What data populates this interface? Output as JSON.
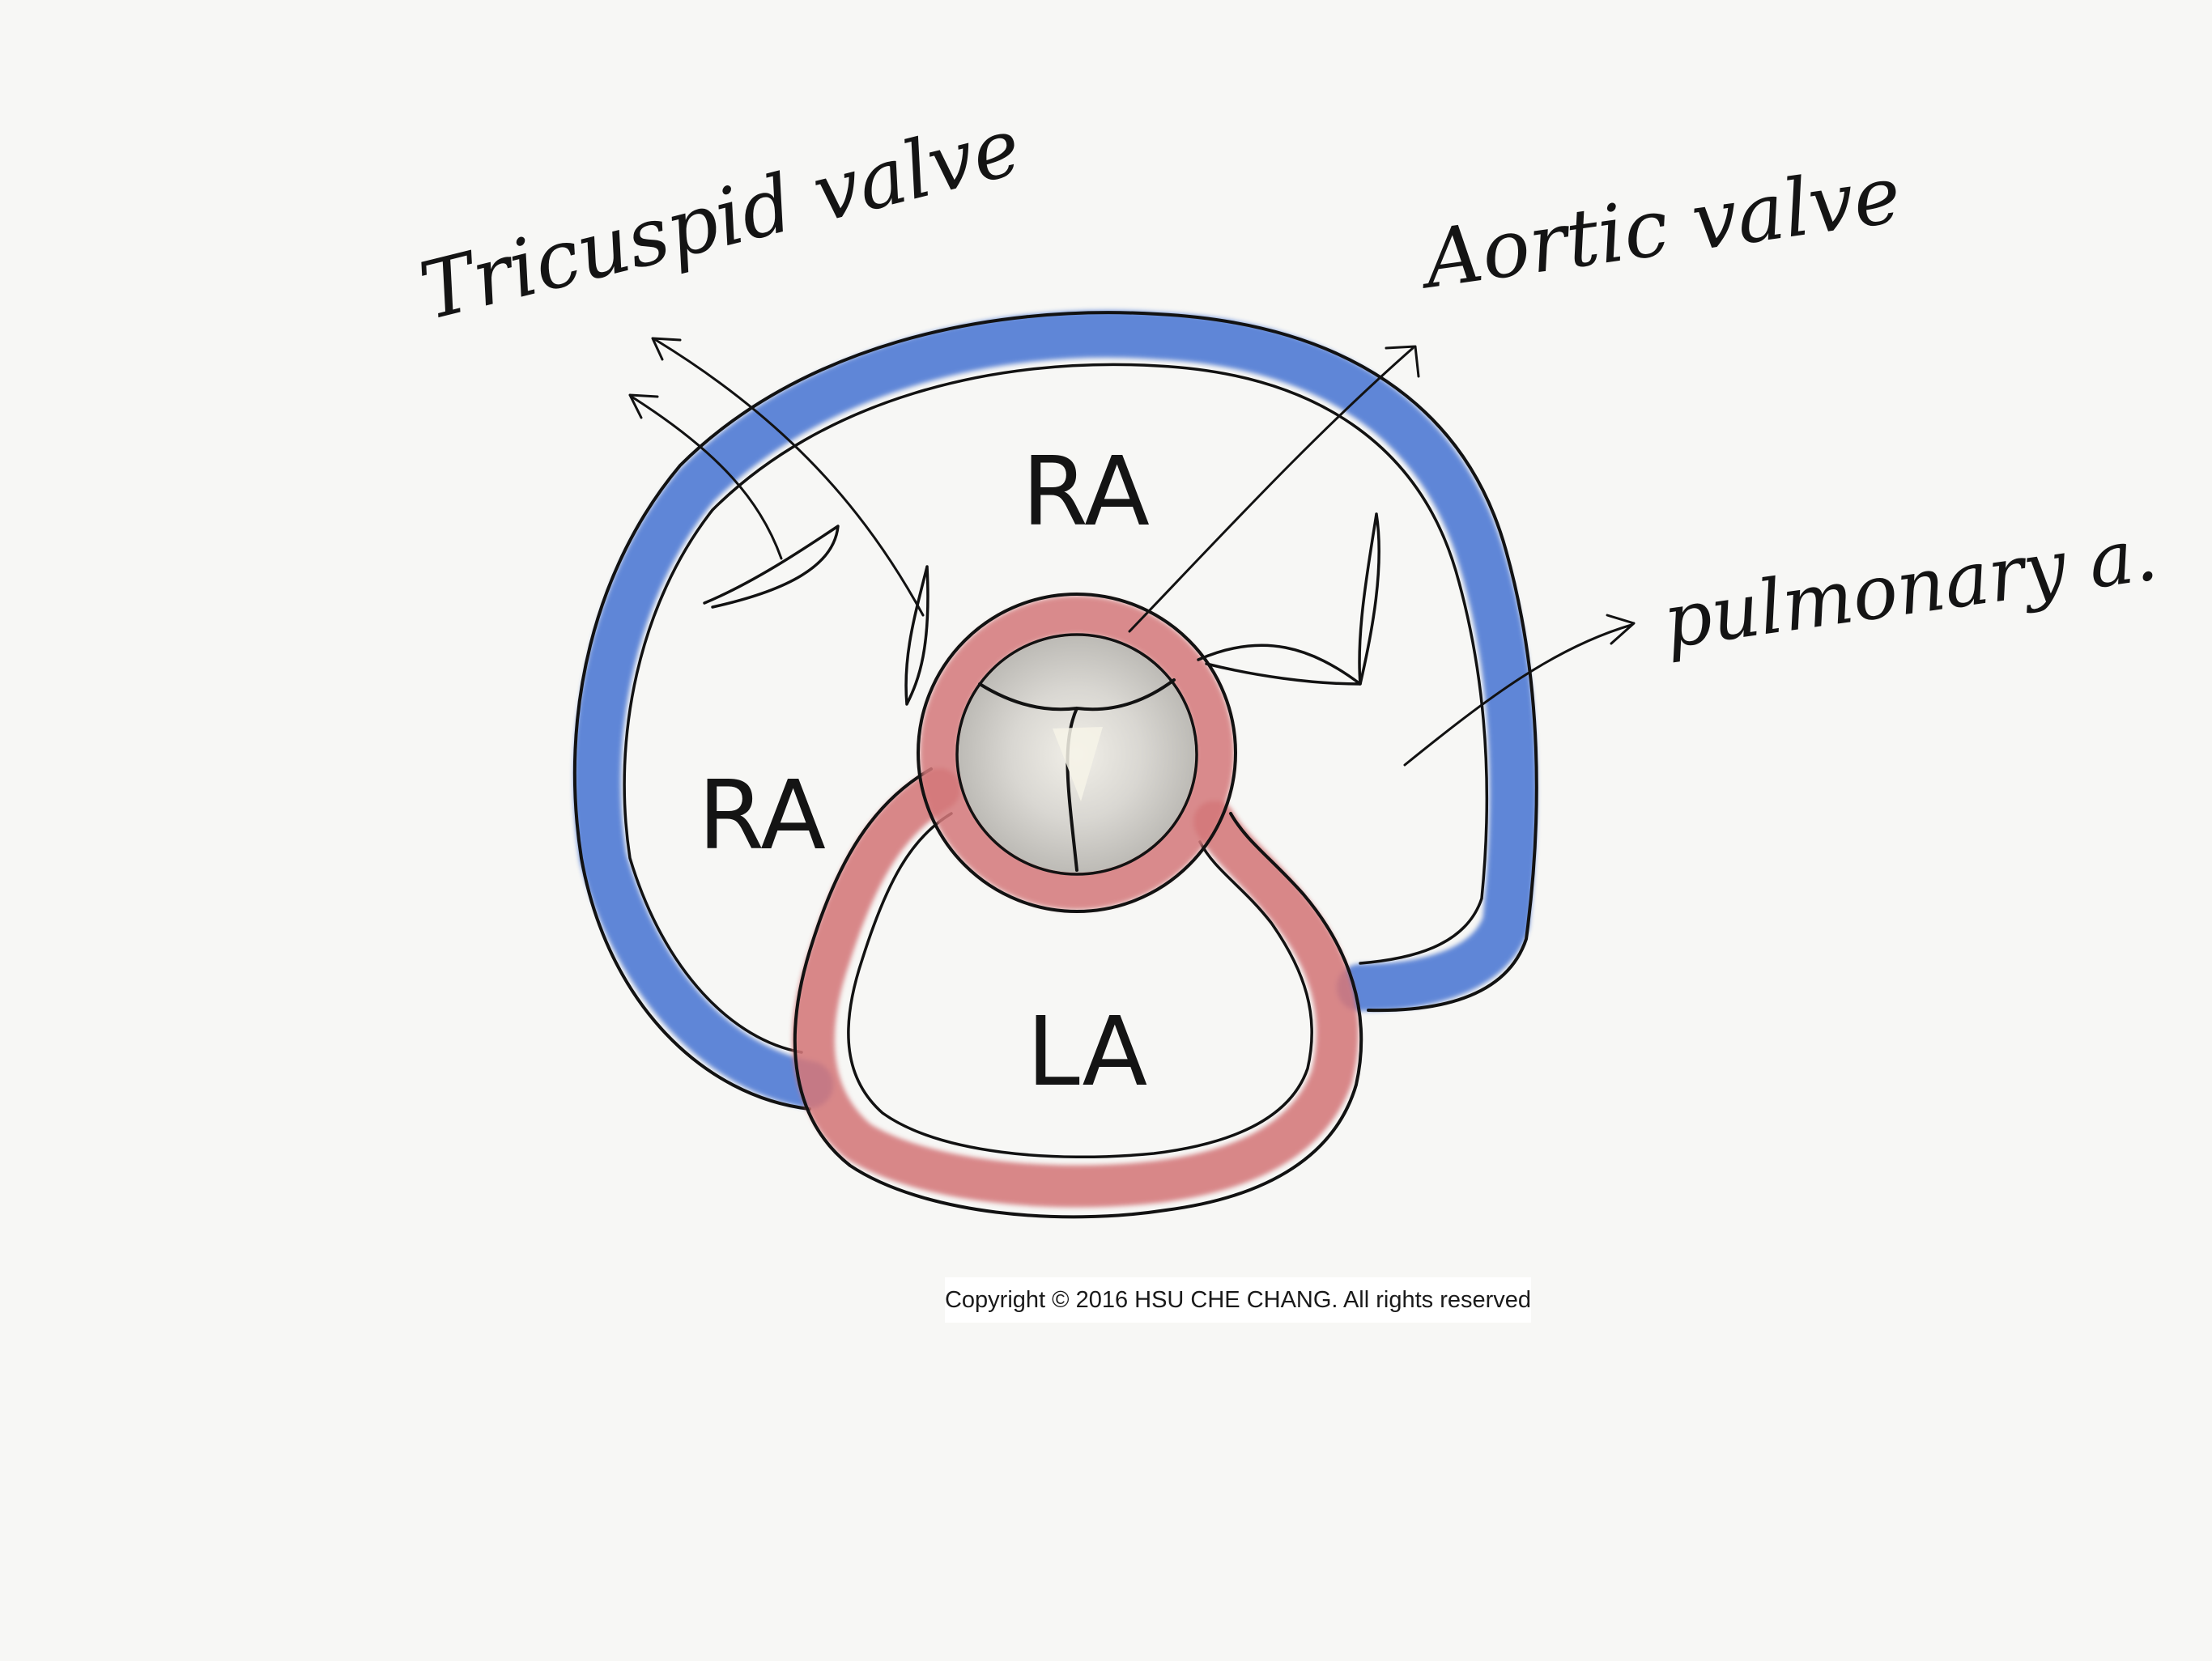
{
  "labels": {
    "tricuspid_valve": "Tricuspid valve",
    "aortic_valve": "Aortic valve",
    "pulmonary_artery": "pulmonary a.",
    "ra_top": "RA",
    "ra_left": "RA",
    "la": "LA"
  },
  "copyright": "Copyright © 2016 HSU CHE CHANG. All rights reserved",
  "colors": {
    "right_heart_blue": "#4f7ad4",
    "left_heart_red": "#d4787a",
    "valve_grey": "#cfcdca",
    "ink": "#121212"
  }
}
